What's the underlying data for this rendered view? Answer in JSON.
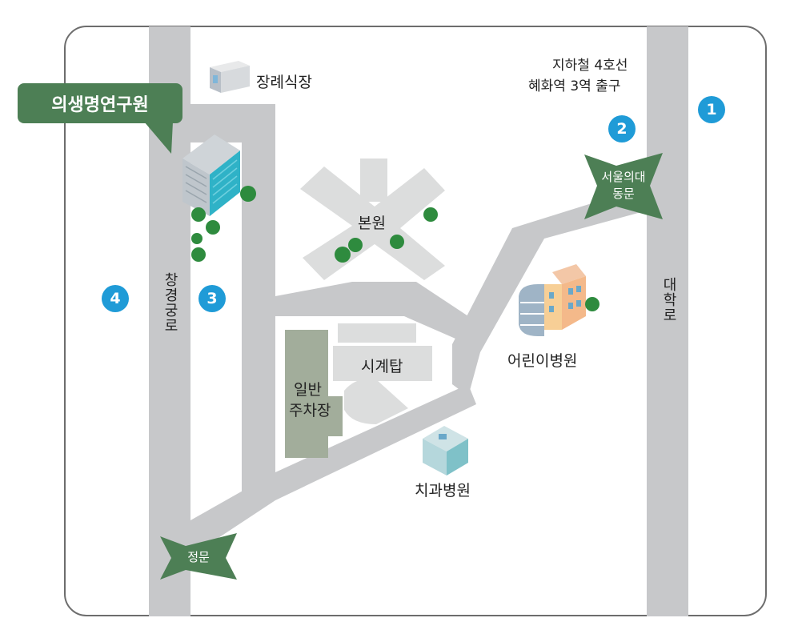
{
  "title_callout": "의생명연구원",
  "buildings": {
    "funeral_hall": "장례식장",
    "main_building": "본원",
    "clock_tower": "시계탑",
    "parking_line1": "일반",
    "parking_line2": "주차장",
    "childrens_hospital": "어린이병원",
    "dental_hospital": "치과병원"
  },
  "subway": {
    "line1": "지하철 4호선",
    "line2": "혜화역 3역 출구"
  },
  "gates": {
    "east_gate_line1": "서울의대",
    "east_gate_line2": "동문",
    "main_gate": "정문"
  },
  "roads": {
    "changgyeonggung": "창경궁로",
    "daehak": "대학로"
  },
  "markers": [
    "1",
    "2",
    "3",
    "4"
  ],
  "colors": {
    "road": "#c7c8ca",
    "gate_green": "#4d7f55",
    "marker_blue": "#1f9bd7",
    "parking": "#a2ad9b",
    "building_light": "#dcdddd"
  }
}
